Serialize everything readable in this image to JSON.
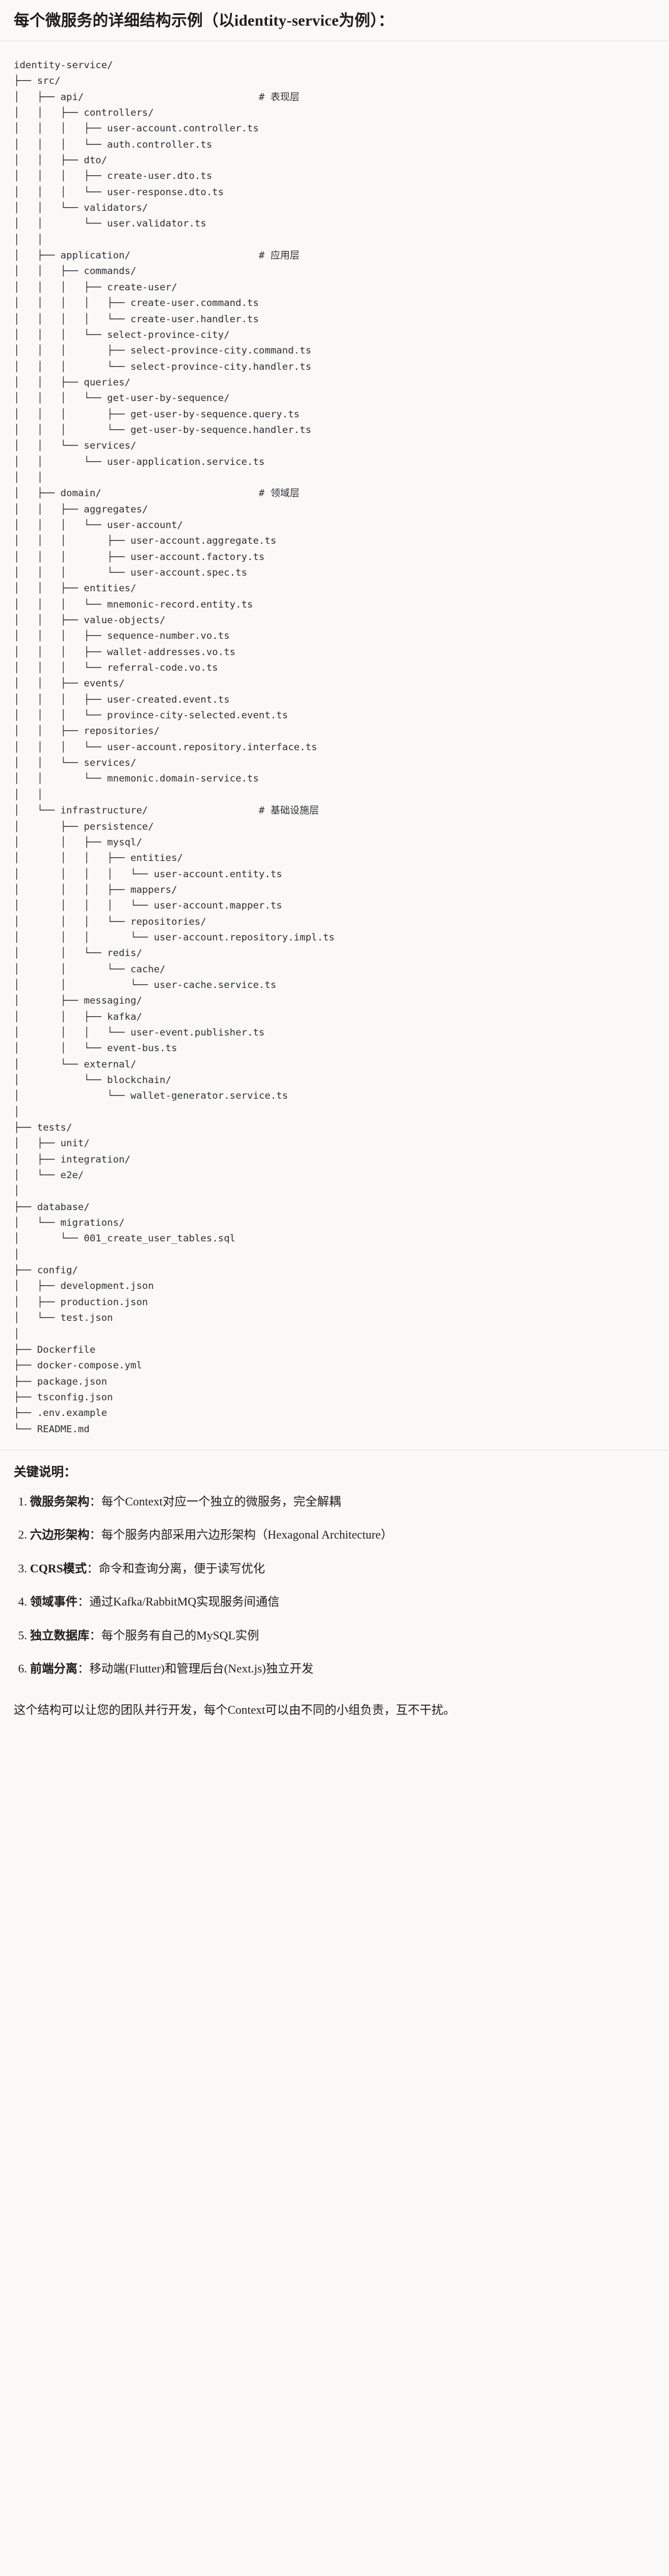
{
  "document": {
    "title": "每个微服务的详细结构示例（以identity-service为例）：",
    "tree_root": "identity-service/",
    "tree_text": "identity-service/\n├── src/\n│   ├── api/                              # 表现层\n│   │   ├── controllers/\n│   │   │   ├── user-account.controller.ts\n│   │   │   └── auth.controller.ts\n│   │   ├── dto/\n│   │   │   ├── create-user.dto.ts\n│   │   │   └── user-response.dto.ts\n│   │   └── validators/\n│   │       └── user.validator.ts\n│   │\n│   ├── application/                      # 应用层\n│   │   ├── commands/\n│   │   │   ├── create-user/\n│   │   │   │   ├── create-user.command.ts\n│   │   │   │   └── create-user.handler.ts\n│   │   │   └── select-province-city/\n│   │   │       ├── select-province-city.command.ts\n│   │   │       └── select-province-city.handler.ts\n│   │   ├── queries/\n│   │   │   └── get-user-by-sequence/\n│   │   │       ├── get-user-by-sequence.query.ts\n│   │   │       └── get-user-by-sequence.handler.ts\n│   │   └── services/\n│   │       └── user-application.service.ts\n│   │\n│   ├── domain/                           # 领域层\n│   │   ├── aggregates/\n│   │   │   └── user-account/\n│   │   │       ├── user-account.aggregate.ts\n│   │   │       ├── user-account.factory.ts\n│   │   │       └── user-account.spec.ts\n│   │   ├── entities/\n│   │   │   └── mnemonic-record.entity.ts\n│   │   ├── value-objects/\n│   │   │   ├── sequence-number.vo.ts\n│   │   │   ├── wallet-addresses.vo.ts\n│   │   │   └── referral-code.vo.ts\n│   │   ├── events/\n│   │   │   ├── user-created.event.ts\n│   │   │   └── province-city-selected.event.ts\n│   │   ├── repositories/\n│   │   │   └── user-account.repository.interface.ts\n│   │   └── services/\n│   │       └── mnemonic.domain-service.ts\n│   │\n│   └── infrastructure/                   # 基础设施层\n│       ├── persistence/\n│       │   ├── mysql/\n│       │   │   ├── entities/\n│       │   │   │   └── user-account.entity.ts\n│       │   │   ├── mappers/\n│       │   │   │   └── user-account.mapper.ts\n│       │   │   └── repositories/\n│       │   │       └── user-account.repository.impl.ts\n│       │   └── redis/\n│       │       └── cache/\n│       │           └── user-cache.service.ts\n│       ├── messaging/\n│       │   ├── kafka/\n│       │   │   └── user-event.publisher.ts\n│       │   └── event-bus.ts\n│       └── external/\n│           └── blockchain/\n│               └── wallet-generator.service.ts\n│\n├── tests/\n│   ├── unit/\n│   ├── integration/\n│   └── e2e/\n│\n├── database/\n│   └── migrations/\n│       └── 001_create_user_tables.sql\n│\n├── config/\n│   ├── development.json\n│   ├── production.json\n│   └── test.json\n│\n├── Dockerfile\n├── docker-compose.yml\n├── package.json\n├── tsconfig.json\n├── .env.example\n└── README.md",
    "layer_comments": [
      {
        "path": "api/",
        "comment": "# 表现层"
      },
      {
        "path": "application/",
        "comment": "# 应用层"
      },
      {
        "path": "domain/",
        "comment": "# 领域层"
      },
      {
        "path": "infrastructure/",
        "comment": "# 基础设施层"
      }
    ],
    "notes_heading": "关键说明：",
    "notes": [
      {
        "term": "微服务架构",
        "sep": "：",
        "desc": "每个Context对应一个独立的微服务，完全解耦"
      },
      {
        "term": "六边形架构",
        "sep": "：",
        "desc": "每个服务内部采用六边形架构（Hexagonal Architecture）"
      },
      {
        "term": "CQRS模式",
        "sep": "：",
        "desc": "命令和查询分离，便于读写优化"
      },
      {
        "term": "领域事件",
        "sep": "：",
        "desc": "通过Kafka/RabbitMQ实现服务间通信"
      },
      {
        "term": "独立数据库",
        "sep": "：",
        "desc": "每个服务有自己的MySQL实例"
      },
      {
        "term": "前端分离",
        "sep": "：",
        "desc": "移动端(Flutter)和管理后台(Next.js)独立开发"
      }
    ],
    "closing": "这个结构可以让您的团队并行开发，每个Context可以由不同的小组负责，互不干扰。"
  },
  "colors": {
    "background": "#faf9f7",
    "text": "#1c1c1c",
    "mono_text": "#2b2f33",
    "rule": "#e6e4e0"
  }
}
